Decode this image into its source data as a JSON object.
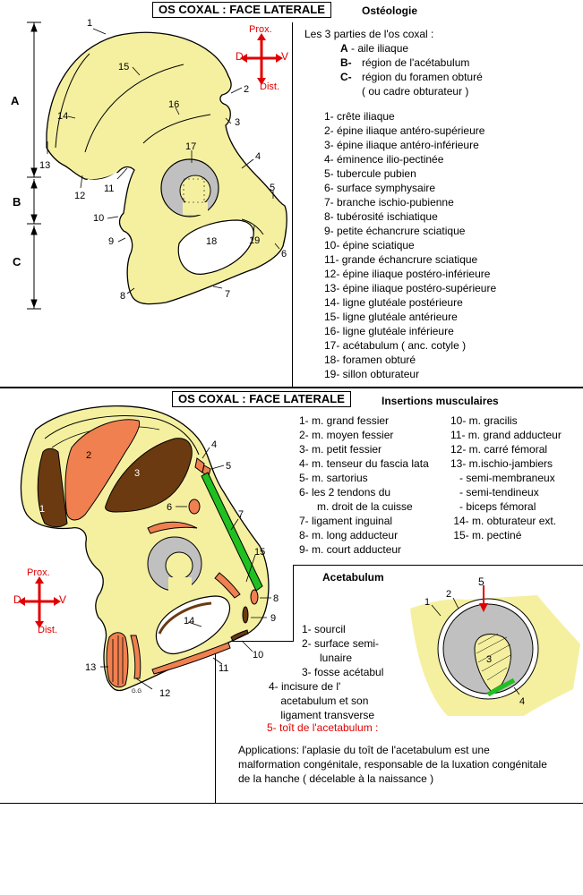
{
  "colors": {
    "bone": "#f5f0a0",
    "outline": "#000000",
    "gray": "#c0c0c0",
    "brown": "#6b3a10",
    "orange": "#f08050",
    "green": "#20c020",
    "red": "#e00000"
  },
  "top": {
    "title": "OS  COXAL  :  FACE LATERALE",
    "subtitle": "Ostéologie",
    "orientation": {
      "prox": "Prox.",
      "dist": "Dist.",
      "d": "D",
      "v": "V"
    },
    "parts_intro": "Les 3 parties de l'os coxal :",
    "parts": [
      {
        "letter": "A",
        "text": "- aile iliaque"
      },
      {
        "letter": "B-",
        "text": "région de l'acétabulum"
      },
      {
        "letter": "C-",
        "text": "région du foramen obturé"
      },
      {
        "letter": "",
        "text": "( ou cadre obturateur )"
      }
    ],
    "region_labels": [
      "A",
      "B",
      "C"
    ],
    "items": [
      "1- crête iliaque",
      "2- épine iliaque antéro-supérieure",
      "3- épine iliaque antéro-inférieure",
      "4- éminence ilio-pectinée",
      "5- tubercule pubien",
      "6- surface symphysaire",
      "7- branche ischio-pubienne",
      "8- tubérosité ischiatique",
      "9- petite échancrure sciatique",
      "10- épine sciatique",
      "11- grande échancrure sciatique",
      "12- épine iliaque postéro-inférieure",
      "13- épine iliaque postéro-supérieure",
      "14- ligne glutéale postérieure",
      "15- ligne glutéale antérieure",
      "16- ligne glutéale inférieure",
      "17- acétabulum ( anc. cotyle )",
      "18- foramen obturé",
      "19- sillon obturateur"
    ],
    "figure_numbers": [
      "1",
      "2",
      "3",
      "4",
      "5",
      "6",
      "7",
      "8",
      "9",
      "10",
      "11",
      "12",
      "13",
      "14",
      "15",
      "16",
      "17",
      "18",
      "19"
    ]
  },
  "bottom": {
    "title": "OS  COXAL  :  FACE LATERALE",
    "subtitle": "Insertions  musculaires",
    "orientation": {
      "prox": "Prox.",
      "dist": "Dist.",
      "d": "D",
      "v": "V"
    },
    "col1": [
      "1- m. grand fessier",
      "2- m. moyen fessier",
      "3- m. petit fessier",
      "4- m. tenseur du fascia lata",
      "5- m. sartorius",
      "6-  les 2 tendons du",
      "      m. droit de la cuisse",
      "7- ligament inguinal",
      "8- m. long adducteur",
      "9- m. court adducteur"
    ],
    "col2": [
      "10- m. gracilis",
      "11-  m. grand adducteur",
      "12- m. carré fémoral",
      "13-  m.ischio-jambiers",
      "   - semi-membraneux",
      "   - semi-tendineux",
      "   - biceps fémoral",
      " 14- m. obturateur ext.",
      " 15- m. pectiné"
    ],
    "figure_numbers": [
      "1",
      "2",
      "3",
      "4",
      "5",
      "6",
      "7",
      "8",
      "9",
      "10",
      "11",
      "12",
      "13",
      "14",
      "15"
    ],
    "signature": "G.G"
  },
  "acetabulum": {
    "title": "Acetabulum",
    "items": [
      "1- sourcil",
      "2- surface semi-",
      "      lunaire",
      "3- fosse acétabul",
      "4- incisure de l'",
      "    acetabulum et son",
      "    ligament transverse"
    ],
    "roof": "5- toît de l'acetabulum :",
    "figure_numbers": [
      "1",
      "2",
      "3",
      "4",
      "5"
    ],
    "applications": [
      "Applications: l'aplasie du toît de l'acetabulum est une",
      "malformation congénitale, responsable de la luxation congénitale",
      "de la hanche ( décelable à la naissance )"
    ]
  }
}
